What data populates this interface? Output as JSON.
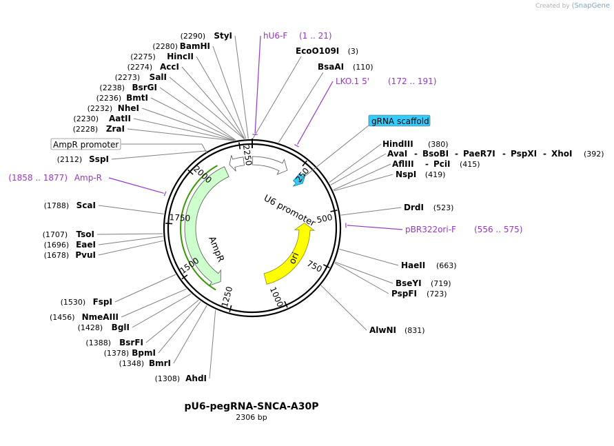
{
  "credit": {
    "created_by": "Created by",
    "brand": "SnapGene"
  },
  "plasmid": {
    "name": "pU6-pegRNA-SNCA-A30P",
    "size": "2306 bp"
  },
  "ticks": [
    {
      "text": "250",
      "bp": 250
    },
    {
      "text": "500",
      "bp": 500
    },
    {
      "text": "750",
      "bp": 750
    },
    {
      "text": "1000",
      "bp": 1000
    },
    {
      "text": "1250",
      "bp": 1250
    },
    {
      "text": "1500",
      "bp": 1500
    },
    {
      "text": "1750",
      "bp": 1750
    },
    {
      "text": "2000",
      "bp": 2000
    },
    {
      "text": "2250",
      "bp": 2250
    }
  ],
  "sites": [
    {
      "name": "StyI",
      "pos": "(2290)",
      "bp": 2290
    },
    {
      "name": "BamHI",
      "pos": "(2280)",
      "bp": 2280
    },
    {
      "name": "HincII",
      "pos": "(2275)",
      "bp": 2275
    },
    {
      "name": "AccI",
      "pos": "(2274)",
      "bp": 2274
    },
    {
      "name": "SalI",
      "pos": "(2273)",
      "bp": 2273
    },
    {
      "name": "BsrGI",
      "pos": "(2238)",
      "bp": 2238
    },
    {
      "name": "BmtI",
      "pos": "(2236)",
      "bp": 2236
    },
    {
      "name": "NheI",
      "pos": "(2232)",
      "bp": 2232
    },
    {
      "name": "AatII",
      "pos": "(2230)",
      "bp": 2230
    },
    {
      "name": "ZraI",
      "pos": "(2228)",
      "bp": 2228
    },
    {
      "name": "SspI",
      "pos": "(2112)",
      "bp": 2112
    },
    {
      "name": "ScaI",
      "pos": "(1788)",
      "bp": 1788
    },
    {
      "name": "TsoI",
      "pos": "(1707)",
      "bp": 1707
    },
    {
      "name": "EaeI",
      "pos": "(1696)",
      "bp": 1696
    },
    {
      "name": "PvuI",
      "pos": "(1678)",
      "bp": 1678
    },
    {
      "name": "FspI",
      "pos": "(1530)",
      "bp": 1530
    },
    {
      "name": "NmeAIII",
      "pos": "(1456)",
      "bp": 1456
    },
    {
      "name": "BglI",
      "pos": "(1428)",
      "bp": 1428
    },
    {
      "name": "BsrFI",
      "pos": "(1388)",
      "bp": 1388
    },
    {
      "name": "BpmI",
      "pos": "(1378)",
      "bp": 1378
    },
    {
      "name": "BmrI",
      "pos": "(1348)",
      "bp": 1348
    },
    {
      "name": "AhdI",
      "pos": "(1308)",
      "bp": 1308
    },
    {
      "name": "EcoO109I",
      "pos": "(3)",
      "bp": 3
    },
    {
      "name": "BsaAI",
      "pos": "(110)",
      "bp": 110
    },
    {
      "name": "HindIII",
      "pos": "(380)",
      "bp": 380
    },
    {
      "name": "AvaI",
      "pos": "",
      "bp": 392
    },
    {
      "name": "BsoBI",
      "pos": "",
      "bp": 392
    },
    {
      "name": "PaeR7I",
      "pos": "",
      "bp": 392
    },
    {
      "name": "PspXI",
      "pos": "",
      "bp": 392
    },
    {
      "name": "XhoI",
      "pos": "(392)",
      "bp": 392
    },
    {
      "name": "AflIII",
      "pos": "",
      "bp": 415
    },
    {
      "name": "PciI",
      "pos": "(415)",
      "bp": 415
    },
    {
      "name": "NspI",
      "pos": "(419)",
      "bp": 419
    },
    {
      "name": "DrdI",
      "pos": "(523)",
      "bp": 523
    },
    {
      "name": "HaeII",
      "pos": "(663)",
      "bp": 663
    },
    {
      "name": "BseYI",
      "pos": "(719)",
      "bp": 719
    },
    {
      "name": "PspFI",
      "pos": "(723)",
      "bp": 723
    },
    {
      "name": "AlwNI",
      "pos": "(831)",
      "bp": 831
    }
  ],
  "primers": [
    {
      "name": "hU6-F",
      "range": "(1 .. 21)",
      "start": 1,
      "end": 21
    },
    {
      "name": "LKO.1 5'",
      "range": "(172 .. 191)",
      "start": 172,
      "end": 191
    },
    {
      "name": "pBR322ori-F",
      "range": "(556 .. 575)",
      "start": 556,
      "end": 575
    },
    {
      "name": "Amp-R",
      "range": "(1858 .. 1877)",
      "start": 1858,
      "end": 1877
    }
  ],
  "features": [
    {
      "name": "U6 promoter",
      "type": "promoter",
      "start": 1,
      "end": 241,
      "color": "#ffffff"
    },
    {
      "name": "gRNA scaffold",
      "type": "misc_RNA",
      "start": 262,
      "end": 337,
      "color": "#33ccff"
    },
    {
      "name": "ori",
      "type": "rep_origin",
      "start": 590,
      "end": 1178,
      "color": "#ffff00"
    },
    {
      "name": "AmpR",
      "type": "CDS",
      "start": 1349,
      "end": 2209,
      "color": "#ccffcc"
    },
    {
      "name": "AmpR promoter",
      "type": "promoter",
      "start": 2210,
      "end": 2274,
      "color": "#ffffff"
    }
  ],
  "colors": {
    "backbone": "#000000",
    "primer": "#9933cc",
    "leader": "#808080",
    "ampr_outline": "#339900"
  }
}
